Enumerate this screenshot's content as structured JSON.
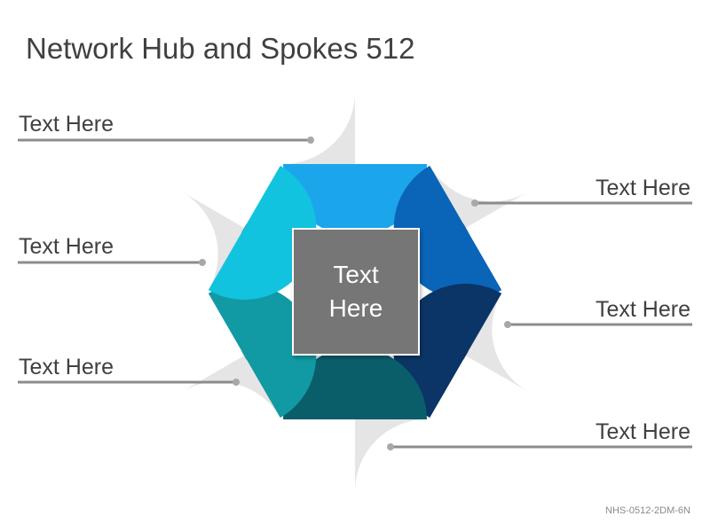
{
  "title": "Network Hub and Spokes 512",
  "hub": {
    "line1": "Text",
    "line2": "Here"
  },
  "labels": [
    "Text Here",
    "Text Here",
    "Text Here",
    "Text Here",
    "Text Here",
    "Text Here"
  ],
  "footer_code": "NHS-0512-2DM-6N",
  "colors": {
    "hub": "#767676",
    "spoke": "#767676",
    "leader_line": "#8c8c8c",
    "segment_top": "#1ba6ec",
    "segment_top_right": "#0a64b8",
    "segment_bottom_right": "#0a3566",
    "segment_bottom": "#0a5e6a",
    "segment_bottom_left": "#119aa4",
    "segment_top_left": "#11c3df"
  }
}
